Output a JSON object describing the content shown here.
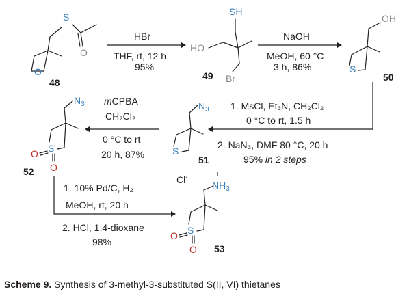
{
  "compounds": {
    "c48": "48",
    "c49": "49",
    "c50": "50",
    "c51": "51",
    "c52": "52",
    "c53": "53"
  },
  "atoms": {
    "S": "S",
    "O": "O",
    "OH": "OH",
    "HO": "HO",
    "SH": "SH",
    "Br": "Br",
    "N3_N": "N",
    "N3_sub": "3",
    "NH3_N": "N",
    "NH3_H": "H",
    "NH3_sub": "3",
    "plus": "+",
    "Cl": "Cl",
    "minus": "-"
  },
  "steps": {
    "s1": {
      "line1": "HBr",
      "line2": "THF, rt, 12 h",
      "line3": "95%"
    },
    "s2": {
      "line1": "NaOH",
      "line2": "MeOH, 60 °C",
      "line3": "3 h, 86%"
    },
    "s3": {
      "line1": "1. MsCl, Et₃N, CH₂Cl₂",
      "line2": "0 °C to rt, 1.5 h",
      "line3": "2. NaN₃, DMF 80 °C, 20 h",
      "line4_a": "95% ",
      "line4_b": "in 2 steps"
    },
    "s4": {
      "line1_m": "m",
      "line1_rest": "CPBA",
      "line2": "CH₂Cl₂",
      "line3": "0 °C to rt",
      "line4": "20 h, 87%"
    },
    "s5": {
      "line1": "1. 10% Pd/C, H₂",
      "line2": "MeOH, rt, 20 h",
      "line3": "2. HCl, 1,4-dioxane",
      "line4": "98%"
    }
  },
  "caption": {
    "label": "Scheme 9.",
    "text": " Synthesis of 3-methyl-3-substituted S(II, VI) thietanes"
  }
}
